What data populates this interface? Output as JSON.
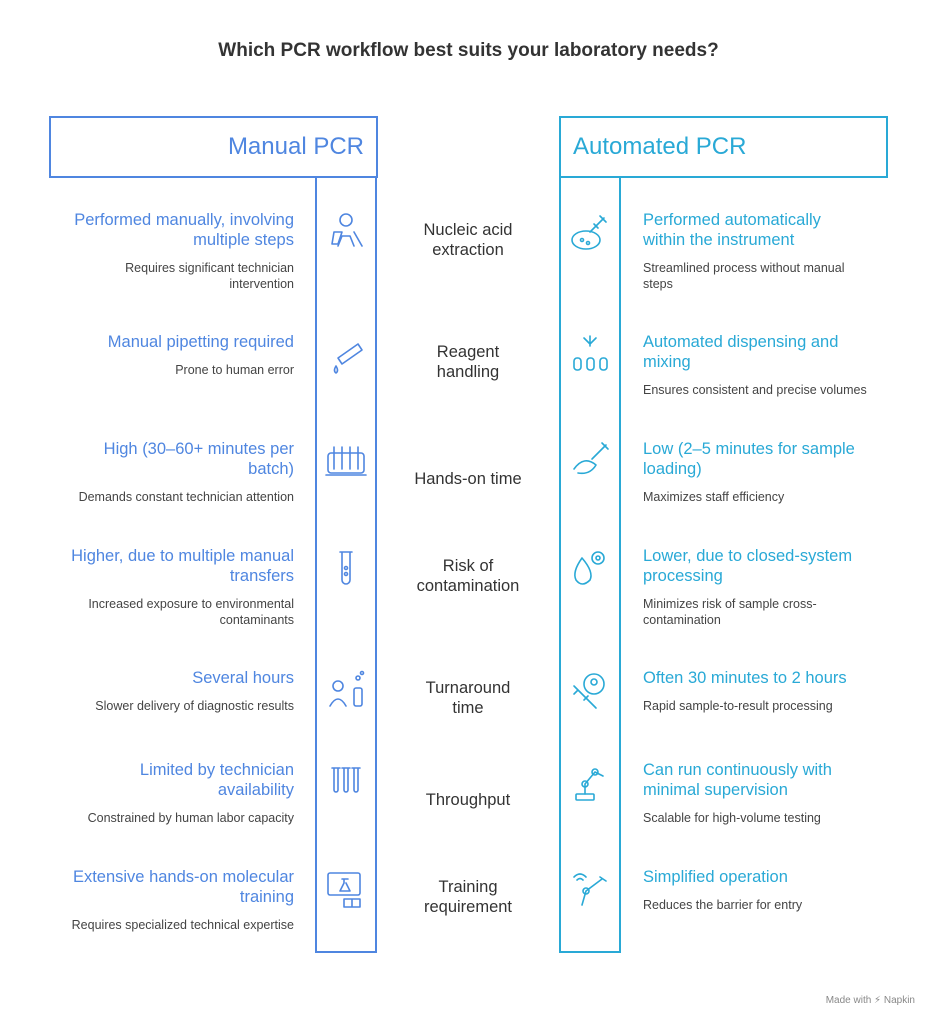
{
  "title": "Which PCR workflow best suits your laboratory needs?",
  "left_header": "Manual PCR",
  "right_header": "Automated PCR",
  "colors": {
    "manual": "#4f86e0",
    "automated": "#29a9d6"
  },
  "rows": [
    {
      "criterion": [
        "Nucleic acid",
        "extraction"
      ],
      "manual": {
        "head": [
          "Performed manually, involving",
          "multiple steps"
        ],
        "sub": [
          "Requires significant technician",
          "intervention"
        ],
        "icon": "technician-lab-icon"
      },
      "automated": {
        "head": [
          "Performed automatically",
          "within the instrument"
        ],
        "sub": [
          "Streamlined process without manual",
          "steps"
        ],
        "icon": "syringe-dish-icon"
      }
    },
    {
      "criterion": [
        "Reagent",
        "handling"
      ],
      "manual": {
        "head": [
          "Manual pipetting required"
        ],
        "sub": [
          "Prone to human error"
        ],
        "icon": "pipette-icon"
      },
      "automated": {
        "head": [
          "Automated dispensing and",
          "mixing"
        ],
        "sub": [
          "Ensures consistent and precise volumes"
        ],
        "icon": "dispensing-icon"
      }
    },
    {
      "criterion": [
        "Hands-on time"
      ],
      "manual": {
        "head": [
          "High (30–60+ minutes per",
          "batch)"
        ],
        "sub": [
          "Demands constant technician attention"
        ],
        "icon": "tube-rack-icon"
      },
      "automated": {
        "head": [
          "Low (2–5 minutes for sample",
          "loading)"
        ],
        "sub": [
          "Maximizes staff efficiency"
        ],
        "icon": "hand-syringe-icon"
      }
    },
    {
      "criterion": [
        "Risk of",
        "contamination"
      ],
      "manual": {
        "head": [
          "Higher, due to multiple manual",
          "transfers"
        ],
        "sub": [
          "Increased exposure to environmental",
          "contaminants"
        ],
        "icon": "test-tube-icon"
      },
      "automated": {
        "head": [
          "Lower, due to closed-system",
          "processing"
        ],
        "sub": [
          "Minimizes risk of sample cross-",
          "contamination"
        ],
        "icon": "drop-gear-icon"
      }
    },
    {
      "criterion": [
        "Turnaround",
        "time"
      ],
      "manual": {
        "head": [
          "Several hours"
        ],
        "sub": [
          "Slower delivery of diagnostic results"
        ],
        "icon": "person-bottle-icon"
      },
      "automated": {
        "head": [
          "Often 30 minutes to 2 hours"
        ],
        "sub": [
          "Rapid sample-to-result processing"
        ],
        "icon": "syringe-badge-icon"
      }
    },
    {
      "criterion": [
        "Throughput"
      ],
      "manual": {
        "head": [
          "Limited by technician",
          "availability"
        ],
        "sub": [
          "Constrained by human labor capacity"
        ],
        "icon": "three-tubes-icon"
      },
      "automated": {
        "head": [
          "Can run continuously with",
          "minimal supervision"
        ],
        "sub": [
          "Scalable for high-volume testing"
        ],
        "icon": "robot-arm-icon"
      }
    },
    {
      "criterion": [
        "Training",
        "requirement"
      ],
      "manual": {
        "head": [
          "Extensive hands-on molecular",
          "training"
        ],
        "sub": [
          "Requires specialized technical expertise"
        ],
        "icon": "training-screen-icon"
      },
      "automated": {
        "head": [
          "Simplified operation"
        ],
        "sub": [
          "Reduces the barrier for entry"
        ],
        "icon": "wireless-arm-icon"
      }
    }
  ],
  "footer": "Made with ⚡ Napkin"
}
